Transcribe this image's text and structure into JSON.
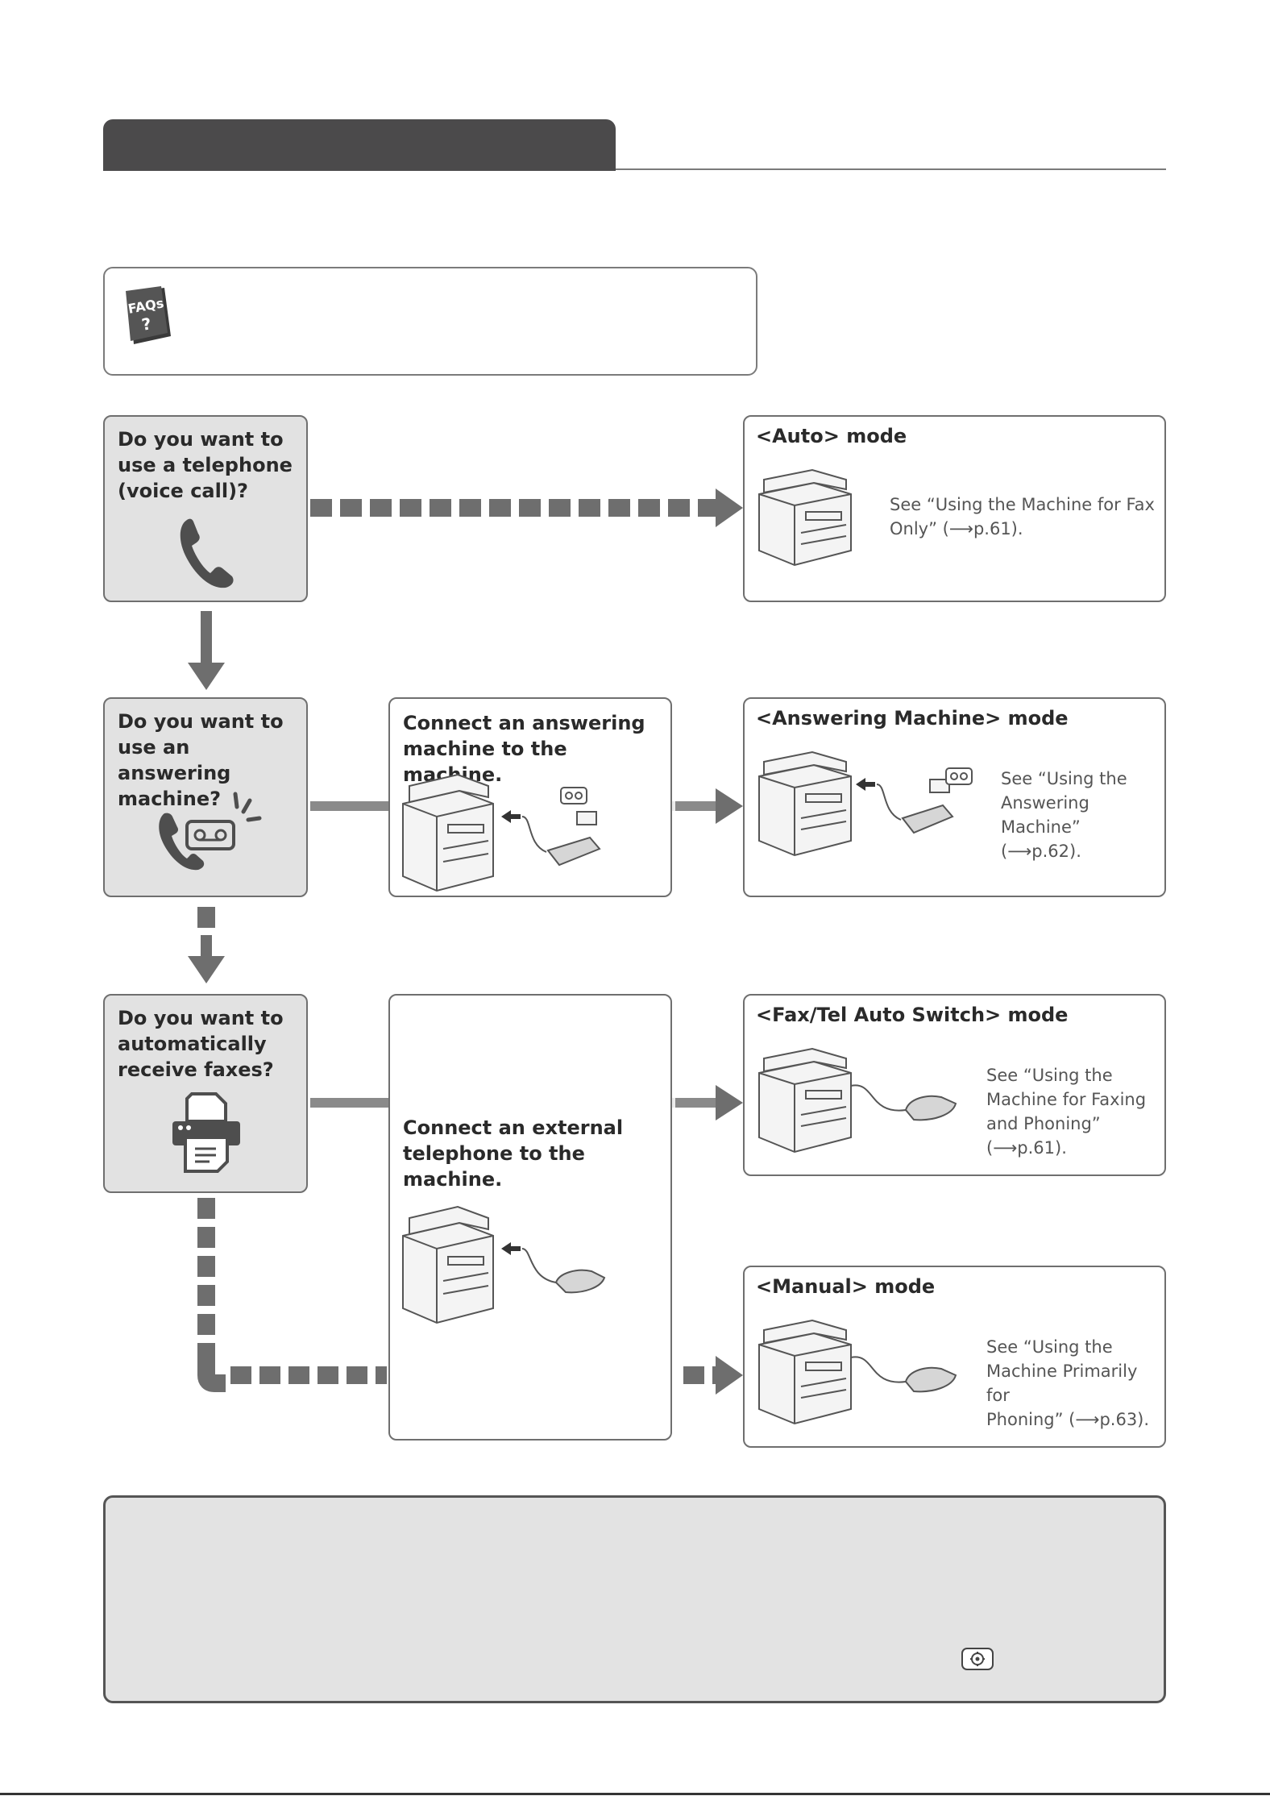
{
  "questions": {
    "telephone": "Do you want to\nuse a telephone\n(voice call)?",
    "answering": "Do you want to\nuse an answering\nmachine?",
    "faxes": "Do you want to\nautomatically\nreceive faxes?"
  },
  "connect": {
    "answering": "Connect an answering\nmachine to the machine.",
    "telephone": "Connect an external\ntelephone to the machine."
  },
  "modes": {
    "auto": {
      "title": "<Auto> mode",
      "desc": "See “Using the Machine for Fax\nOnly” (⟶p.61)."
    },
    "answering": {
      "title": "<Answering Machine> mode",
      "desc": "See “Using the\nAnswering Machine”\n(⟶p.62)."
    },
    "faxtel": {
      "title": "<Fax/Tel Auto Switch> mode",
      "desc": "See “Using the\nMachine for Faxing\nand Phoning” (⟶p.61)."
    },
    "manual": {
      "title": "<Manual> mode",
      "desc": "See “Using the\nMachine Primarily for\nPhoning” (⟶p.63)."
    }
  },
  "faq_badge": {
    "label": "FAQs",
    "mark": "?"
  },
  "colors": {
    "header": "#4b4a4b",
    "question_fill": "#e2e2e2",
    "arrow": "#6e6e6e",
    "note_fill": "#e3e3e3"
  }
}
